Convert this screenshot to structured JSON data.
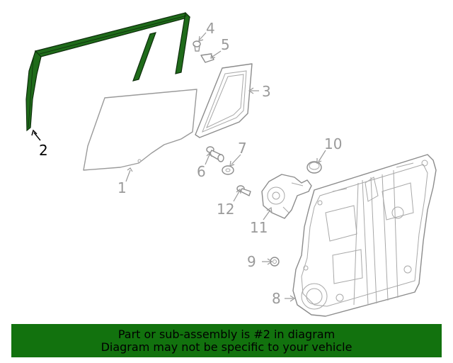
{
  "diagram": {
    "callouts": [
      "1",
      "2",
      "3",
      "4",
      "5",
      "6",
      "7",
      "8",
      "9",
      "10",
      "11",
      "12"
    ],
    "highlighted_part": "2",
    "colors": {
      "highlight_fill": "#1f6b1a",
      "line_art": "#9a9a9a",
      "banner_bg": "#12720e"
    }
  },
  "banner": {
    "line1": "Part or sub-assembly is #2 in diagram",
    "line2": "Diagram may not be specific to your vehicle"
  }
}
